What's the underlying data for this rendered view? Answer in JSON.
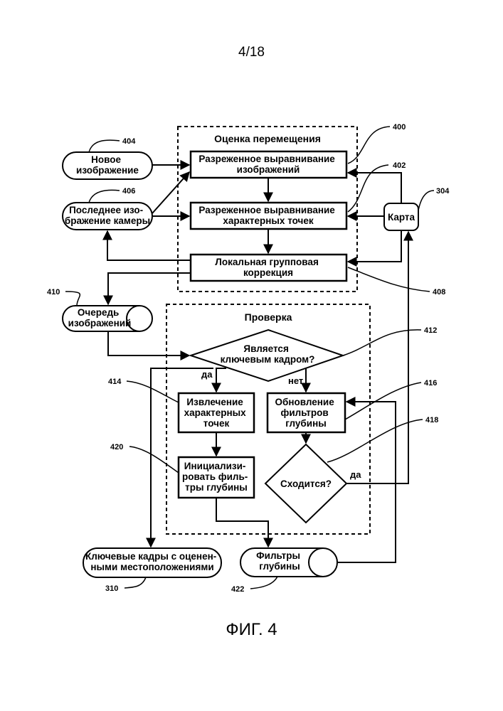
{
  "page_number": "4/18",
  "figure_label": "ФИГ. 4",
  "groups": {
    "motion": "Оценка перемещения",
    "check": "Проверка"
  },
  "nodes": {
    "new_image": [
      "Новое",
      "изображение"
    ],
    "last_image": [
      "Последнее изо-",
      "бражение камеры"
    ],
    "sparse_image": [
      "Разреженное выравнивание",
      "изображений"
    ],
    "sparse_features": [
      "Разреженное выравнивание",
      "характерных точек"
    ],
    "local_ba": [
      "Локальная групповая",
      "коррекция"
    ],
    "map": [
      "Карта"
    ],
    "queue": [
      "Очередь",
      "изображений"
    ],
    "keyframe_q": [
      "Является",
      "ключевым кадром?"
    ],
    "extract": [
      "Извлечение",
      "характерных",
      "точек"
    ],
    "update": [
      "Обновление",
      "фильтров",
      "глубины"
    ],
    "converge": [
      "Сходится?"
    ],
    "init": [
      "Инициализи-",
      "ровать филь-",
      "тры глубины"
    ],
    "keyframes_out": [
      "Ключевые кадры с оценен-",
      "ными местоположениями"
    ],
    "depth_out": [
      "Фильтры",
      "глубины"
    ]
  },
  "branch_labels": {
    "yes_keyframe": "да",
    "no_keyframe": "нет",
    "yes_converge": "да"
  },
  "refs": {
    "r400": "400",
    "r402": "402",
    "r404": "404",
    "r406": "406",
    "r408": "408",
    "r304": "304",
    "r410": "410",
    "r412": "412",
    "r414": "414",
    "r416": "416",
    "r418": "418",
    "r420": "420",
    "r310": "310",
    "r422": "422"
  }
}
